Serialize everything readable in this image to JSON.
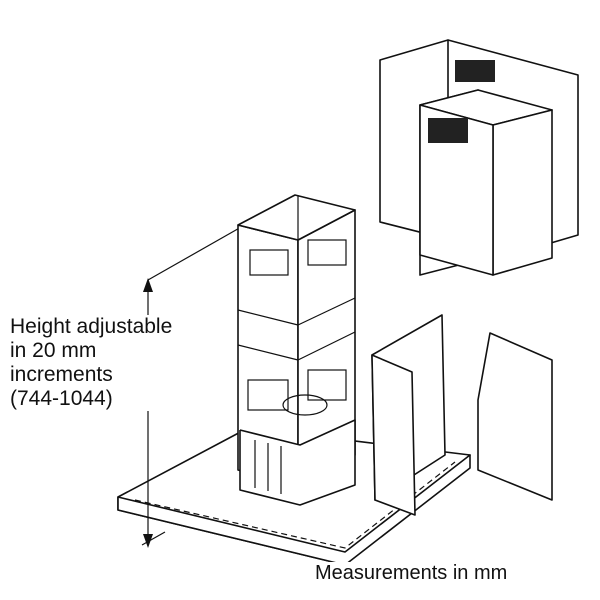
{
  "annotations": {
    "height_lines": [
      "Height adjustable",
      "in 20 mm",
      "increments",
      "(744-1044)"
    ],
    "measurements_note": "Measurements in mm"
  }
}
